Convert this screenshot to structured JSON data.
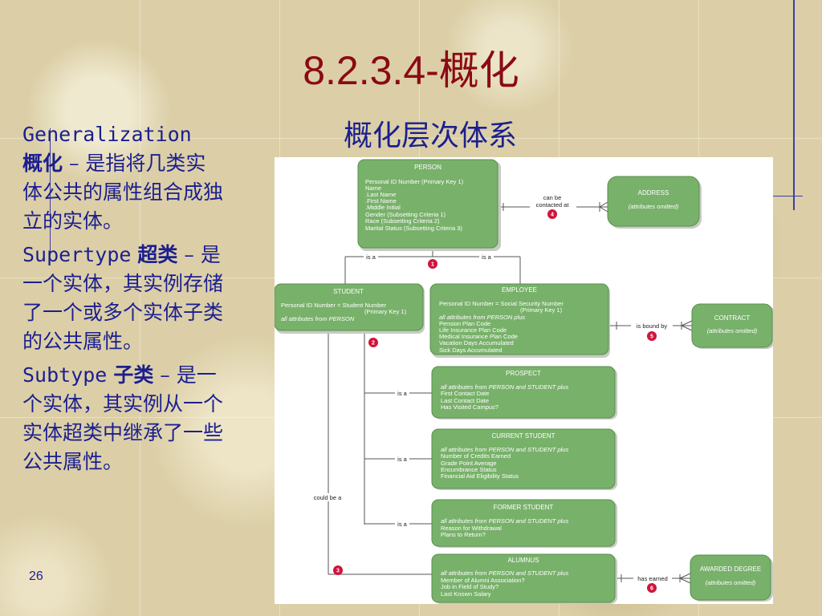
{
  "slide": {
    "title": "8.2.3.4-概化",
    "subtitle": "概化层次体系",
    "page_number": "26"
  },
  "definitions": [
    {
      "term": "Generalization",
      "term_cn": "概化",
      "text": " – 是指将几类实体公共的属性组合成独立的实体。"
    },
    {
      "term": "Supertype",
      "term_cn": "超类",
      "text": " – 是一个实体，其实例存储了一个或多个实体子类的公共属性。"
    },
    {
      "term": "Subtype",
      "term_cn": "子类",
      "text": " – 是一个实体，其实例从一个实体超类中继承了一些公共属性。"
    }
  ],
  "diagram": {
    "entities": {
      "person": {
        "title": "PERSON",
        "lines": [
          "Personal ID Number (Primary Key 1)",
          "Name",
          ".Last Name",
          ".First Name",
          ".Middle Initial",
          "Gender (Subsetting Criteria 1)",
          "Race (Subsetting Criteria 2)",
          "Marital Status (Subsetting Criteria 3)"
        ]
      },
      "address": {
        "title": "ADDRESS",
        "lines": [
          "(attributes omitted)"
        ]
      },
      "student": {
        "title": "STUDENT",
        "lines": [
          "Personal ID Number = Student Number",
          "(Primary Key 1)",
          "all attributes from PERSON"
        ]
      },
      "employee": {
        "title": "EMPLOYEE",
        "lines": [
          "Personal ID Number = Social Security Number",
          "(Primary Key 1)",
          "all attributes from PERSON plus",
          "Pension Plan Code",
          "Life Insurance Plan Code",
          "Medical Insurance Plan Code",
          "Vacation Days Accumulated",
          "Sick Days Accumulated"
        ]
      },
      "contract": {
        "title": "CONTRACT",
        "lines": [
          "(attributes omitted)"
        ]
      },
      "prospect": {
        "title": "PROSPECT",
        "lines": [
          "all attributes from PERSON and STUDENT plus",
          "First Contact Date",
          "Last Contact Date",
          "Has Visited Campus?"
        ]
      },
      "current_student": {
        "title": "CURRENT STUDENT",
        "lines": [
          "all attributes from PERSON and STUDENT plus",
          "Number of Credits Earned",
          "Grade Point Average",
          "Encumbrance Status",
          "Financial Aid Eligibility Status"
        ]
      },
      "former_student": {
        "title": "FORMER STUDENT",
        "lines": [
          "all attributes from PERSON and STUDENT plus",
          "Reason for Withdrawal",
          "Plans to Return?"
        ]
      },
      "alumnus": {
        "title": "ALUMNUS",
        "lines": [
          "all attributes from PERSON and STUDENT plus",
          "Member of Alumni Association?",
          "Job in Field of Study?",
          "Last Known Salary"
        ]
      },
      "awarded_degree": {
        "title": "AWARDED DEGREE",
        "lines": [
          "(attributes omitted)"
        ]
      }
    },
    "labels": {
      "can_be_contacted_at_1": "can be",
      "can_be_contacted_at_2": "contacted at",
      "is_a": "is a",
      "is_bound_by": "is bound by",
      "could_be_a": "could be a",
      "has_earned": "has earned"
    },
    "badges": [
      "1",
      "2",
      "3",
      "4",
      "5",
      "6"
    ]
  },
  "colors": {
    "title": "#8b0a14",
    "body_text": "#1b1f8f",
    "entity_fill": "#78b16a",
    "badge": "#d0143c"
  }
}
